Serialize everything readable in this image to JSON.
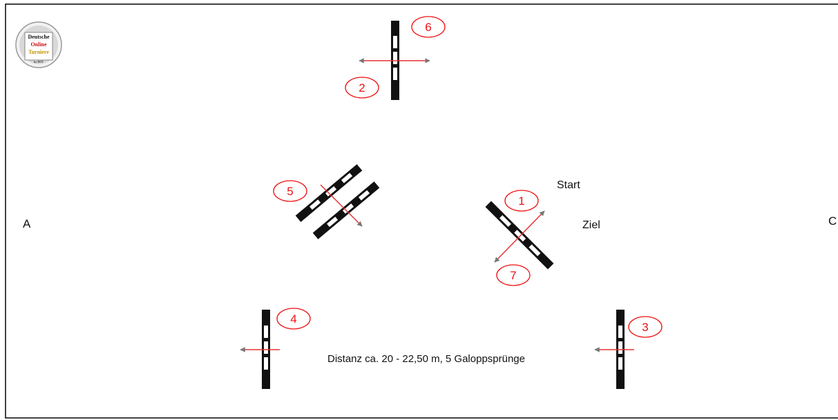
{
  "labels": {
    "left_letter": "A",
    "right_letter": "C",
    "start": "Start",
    "finish": "Ziel",
    "distance": "Distanz ca. 20 - 22,50 m, 5 Galoppsprünge"
  },
  "logo": {
    "line1": "Deutsche",
    "line2": "Online",
    "line3": "Turniere",
    "small": "by DOT"
  },
  "obstacles": [
    {
      "id": "obstacle-6-2",
      "numbers": [
        "6",
        "2"
      ]
    },
    {
      "id": "obstacle-5",
      "numbers": [
        "5"
      ]
    },
    {
      "id": "obstacle-1-7",
      "numbers": [
        "1",
        "7"
      ]
    },
    {
      "id": "obstacle-4",
      "numbers": [
        "4"
      ]
    },
    {
      "id": "obstacle-3",
      "numbers": [
        "3"
      ]
    }
  ],
  "colors": {
    "number_red": "#ee1111",
    "arrow_red": "#e83030",
    "arrow_head": "#777777",
    "pole_black": "#111111",
    "border": "#000000"
  }
}
